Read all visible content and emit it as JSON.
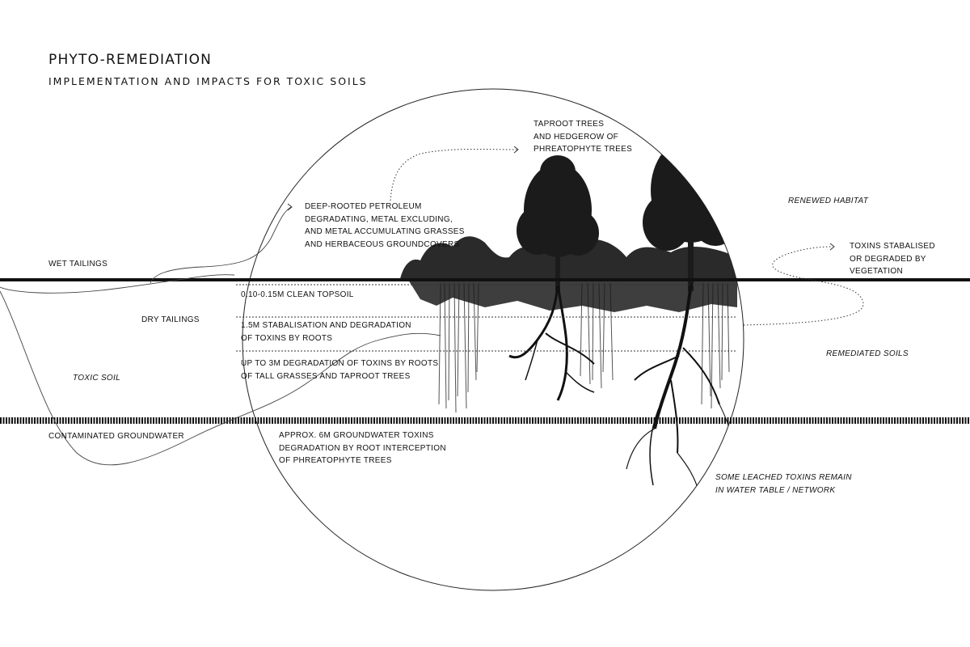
{
  "title": "PHYTO-REMEDIATION",
  "subtitle": "IMPLEMENTATION AND IMPACTS FOR TOXIC SOILS",
  "labels": {
    "wet_tailings": "WET TAILINGS",
    "dry_tailings": "DRY TAILINGS",
    "toxic_soil": "TOXIC SOIL",
    "contaminated_groundwater": "CONTAMINATED GROUNDWATER",
    "renewed_habitat": "RENEWED HABITAT",
    "remediated_soils": "REMEDIATED SOILS",
    "leached_toxins": [
      "SOME LEACHED TOXINS REMAIN",
      "IN WATER TABLE / NETWORK"
    ],
    "toxins_stabalised": [
      "TOXINS STABALISED",
      "OR DEGRADED BY",
      "VEGETATION"
    ],
    "taproot_trees": [
      "TAPROOT TREES",
      "AND HEDGEROW OF",
      "PHREATOPHYTE TREES"
    ],
    "deep_rooted": [
      "DEEP-ROOTED PETROLEUM",
      "DEGRADATING, METAL EXCLUDING,",
      "AND METAL ACCUMULATING GRASSES",
      "AND HERBACEOUS GROUNDCOVERS"
    ],
    "layer_topsoil": "0.10-0.15m CLEAN TOPSOIL",
    "layer_1_5m": [
      "1.5m STABALISATION  AND DEGRADATION",
      "OF TOXINS BY ROOTS"
    ],
    "layer_3m": [
      "UP TO 3m DEGRADATION OF TOXINS BY ROOTS",
      "OF TALL GRASSES AND TAPROOT TREES"
    ],
    "layer_6m": [
      "APPROX. 6m GROUNDWATER TOXINS",
      "DEGRADATION BY ROOT INTERCEPTION",
      "OF PHREATOPHYTE TREES"
    ]
  }
}
